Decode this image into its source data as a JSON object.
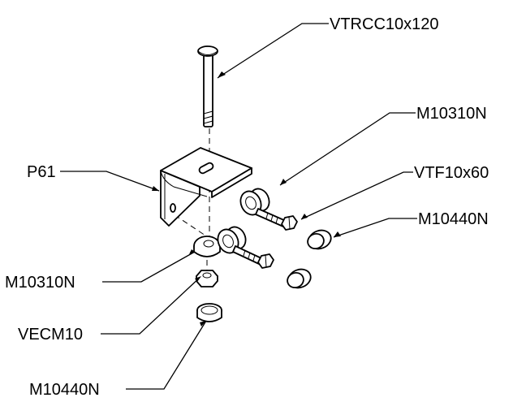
{
  "labels": {
    "bolt_long": "VTRCC10x120",
    "spacer_upper": "M10310N",
    "bolt_short": "VTF10x60",
    "cap_right": "M10440N",
    "bracket": "P61",
    "spacer_lower": "M10310N",
    "nut": "VECM10",
    "cap_bottom": "M10440N"
  },
  "colors": {
    "line": "#000000",
    "background": "#ffffff"
  }
}
